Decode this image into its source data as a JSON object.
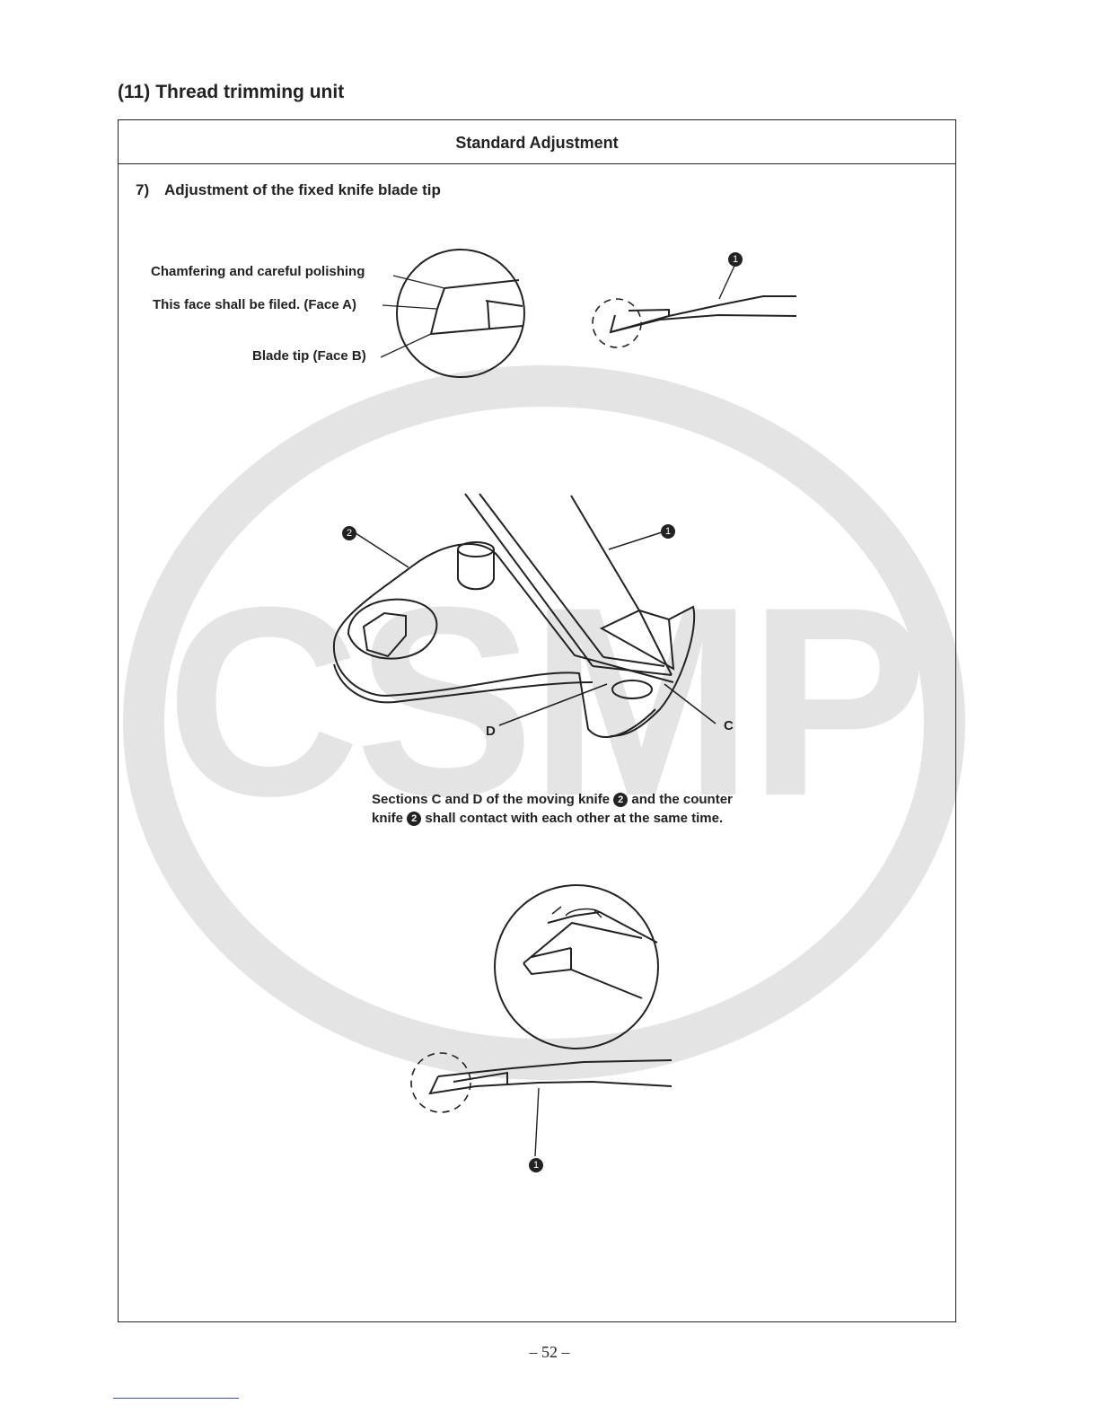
{
  "section": {
    "number": "(11)",
    "title": "Thread trimming unit"
  },
  "table": {
    "header": "Standard Adjustment"
  },
  "step": {
    "number": "7)",
    "title": "Adjustment of the fixed knife blade tip"
  },
  "labels": {
    "chamfering": "Chamfering and careful polishing",
    "face_a": "This face shall be filed. (Face A)",
    "face_b": "Blade tip (Face B)",
    "c": "C",
    "d": "D"
  },
  "callouts": {
    "one": "1",
    "two": "2"
  },
  "note": {
    "line1_a": "Sections C and D of the moving knife",
    "line1_b": "and the counter",
    "line2_a": "knife",
    "line2_b": "shall contact with each other at the same time."
  },
  "watermark": {
    "text": "CSMP",
    "color": "#e6e6e6"
  },
  "page_number": "– 52 –"
}
